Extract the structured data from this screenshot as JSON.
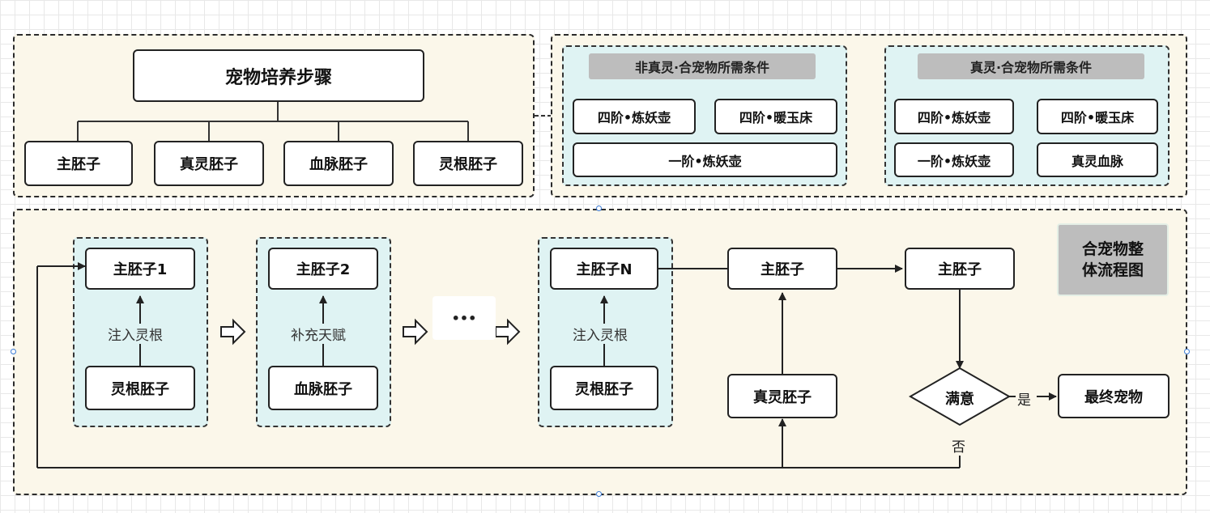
{
  "steps": {
    "title": "宠物培养步骤",
    "items": [
      "主胚子",
      "真灵胚子",
      "血脉胚子",
      "灵根胚子"
    ]
  },
  "cond_non": {
    "header": "非真灵·合宠物所需条件",
    "items": [
      "四阶•炼妖壶",
      "四阶•暖玉床",
      "一阶•炼妖壶"
    ]
  },
  "cond_true": {
    "header": "真灵·合宠物所需条件",
    "items": [
      "四阶•炼妖壶",
      "四阶•暖玉床",
      "一阶•炼妖壶",
      "真灵血脉"
    ]
  },
  "flow": {
    "group1": {
      "top": "主胚子1",
      "label": "注入灵根",
      "bottom": "灵根胚子"
    },
    "group2": {
      "top": "主胚子2",
      "label": "补充天赋",
      "bottom": "血脉胚子"
    },
    "group3": {
      "top": "主胚子N",
      "label": "注入灵根",
      "bottom": "灵根胚子"
    },
    "ellipsis": "•••",
    "main1": "主胚子",
    "main2": "主胚子",
    "true_embryo": "真灵胚子",
    "decision": "满意",
    "yes": "是",
    "no": "否",
    "final": "最终宠物",
    "overall_title": "合宠物整体流程图"
  }
}
